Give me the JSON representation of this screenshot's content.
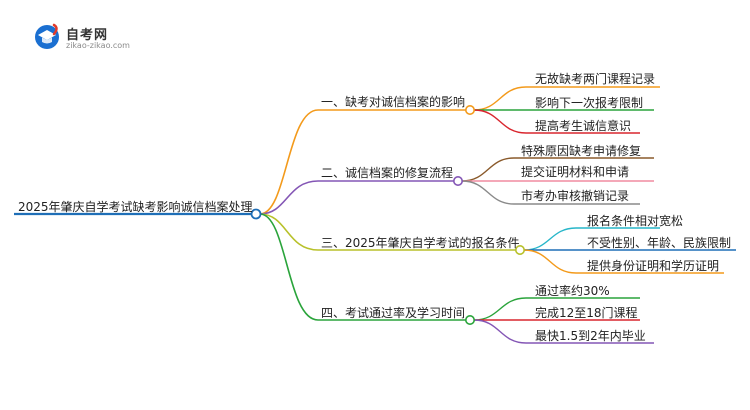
{
  "logo": {
    "title": "自考网",
    "url": "zikao-zikao.com",
    "icon": "graduation-cap-icon",
    "colors": {
      "primary": "#1a6fd1",
      "accent": "#e03b2b"
    }
  },
  "root": {
    "label": "2025年肇庆自学考试缺考影响诚信档案处理",
    "color": "#1f6fb7"
  },
  "branches": [
    {
      "label": "一、缺考对诚信档案的影响",
      "color": "#f39a1b",
      "children": [
        {
          "label": "无故缺考两门课程记录",
          "color": "#f39a1b"
        },
        {
          "label": "影响下一次报考限制",
          "color": "#2aa43b"
        },
        {
          "label": "提高考生诚信意识",
          "color": "#d9262e"
        }
      ]
    },
    {
      "label": "二、诚信档案的修复流程",
      "color": "#8456b5",
      "children": [
        {
          "label": "特殊原因缺考申请修复",
          "color": "#8a5a2b"
        },
        {
          "label": "提交证明材料和申请",
          "color": "#f08ca0"
        },
        {
          "label": "市考办审核撤销记录",
          "color": "#8a8a8a"
        }
      ]
    },
    {
      "label": "三、2025年肇庆自学考试的报名条件",
      "color": "#b8c12a",
      "children": [
        {
          "label": "报名条件相对宽松",
          "color": "#27b6c9"
        },
        {
          "label": "不受性别、年龄、民族限制",
          "color": "#1f6fb7"
        },
        {
          "label": "提供身份证明和学历证明",
          "color": "#f39a1b"
        }
      ]
    },
    {
      "label": "四、考试通过率及学习时间",
      "color": "#2aa43b",
      "children": [
        {
          "label": "通过率约30%",
          "color": "#2aa43b"
        },
        {
          "label": "完成12至18门课程",
          "color": "#d9262e"
        },
        {
          "label": "最快1.5到2年内毕业",
          "color": "#8456b5"
        }
      ]
    }
  ]
}
